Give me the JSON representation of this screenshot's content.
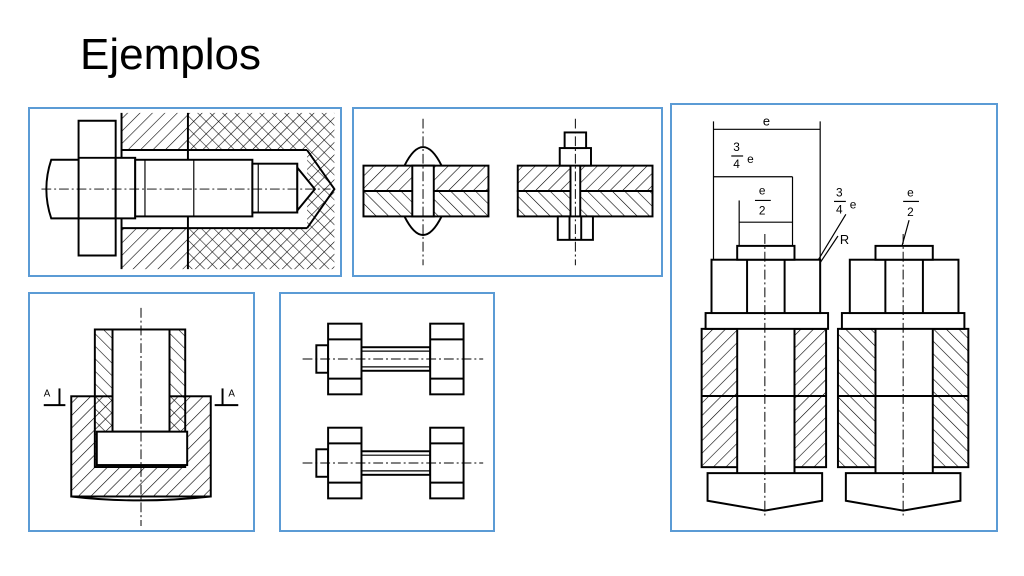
{
  "slide": {
    "title": "Ejemplos"
  },
  "figure_labels": {
    "section_mark": "A",
    "dim_e": "e",
    "dim_three": "3",
    "dim_four": "4",
    "dim_one": "e",
    "dim_two": "2",
    "radius": "R"
  },
  "colors": {
    "panel_border": "#5b9bd5",
    "ink": "#000000",
    "background": "#ffffff"
  }
}
